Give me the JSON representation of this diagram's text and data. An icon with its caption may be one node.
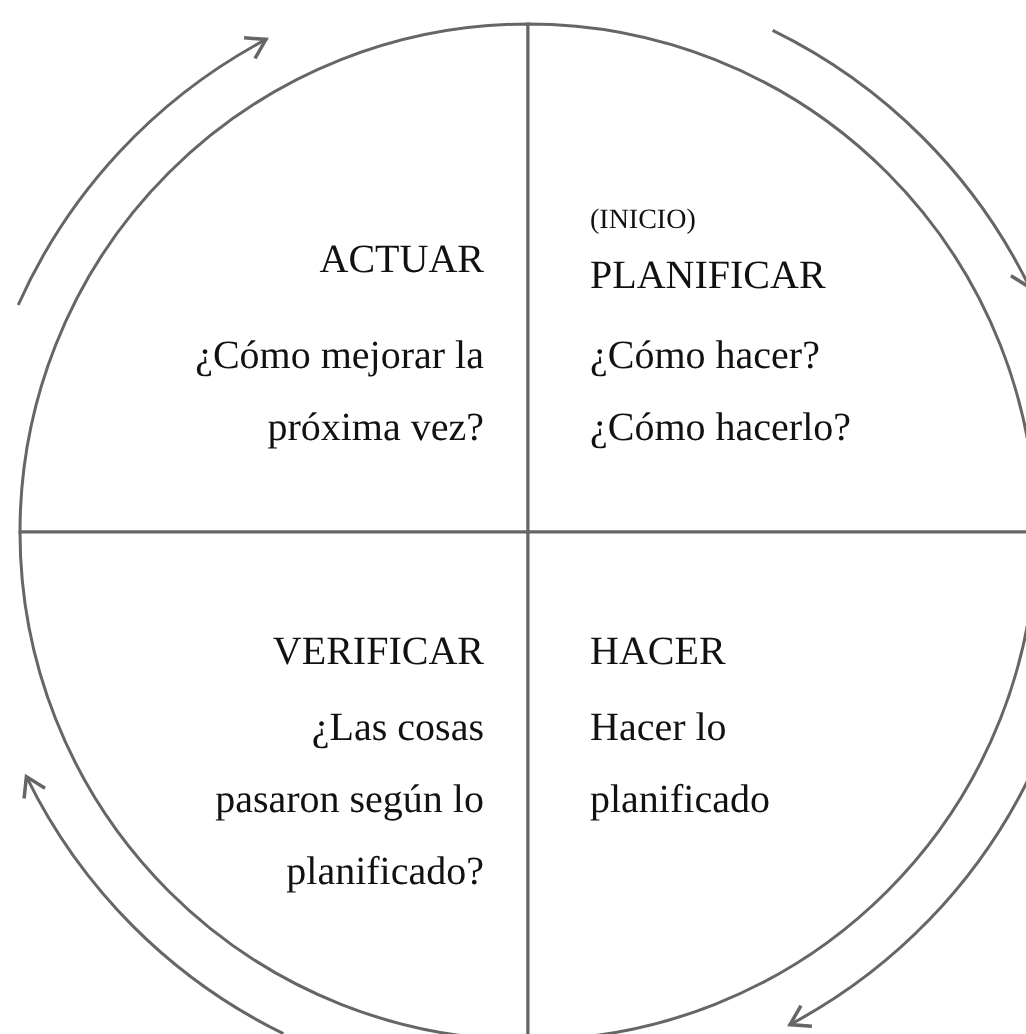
{
  "diagram": {
    "nodes": [
      {
        "text": [
          "ACTUAR",
          "¿Cómo mejorar la próxima vez?"
        ]
      },
      {
        "text": [
          "(INICIO)",
          "PLANIFICAR",
          "¿Cómo hacer?",
          "¿Cómo hacerlo?"
        ]
      },
      {
        "text": [
          "VERIFICAR",
          "¿Las cosas pasaron según lo planificado?"
        ]
      },
      {
        "text": [
          "HACER",
          "Hacer lo planificado"
        ]
      }
    ]
  }
}
